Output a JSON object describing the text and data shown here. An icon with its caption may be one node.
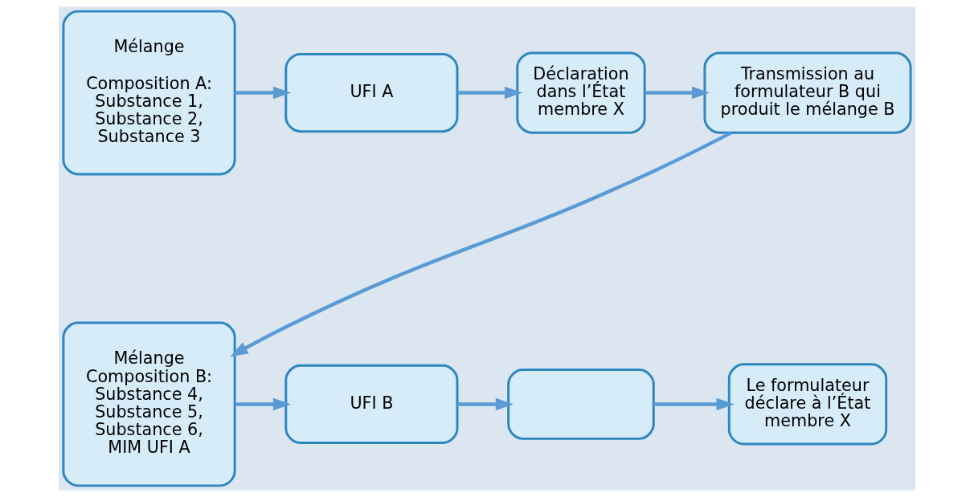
{
  "diagram": {
    "nodes": [
      {
        "text": [
          "Mélange",
          "Composition A: Substance 1, Substance 2, Substance 3"
        ]
      },
      {
        "text": [
          "UFI A"
        ]
      },
      {
        "text": [
          "Déclaration dans l’État membre X"
        ]
      },
      {
        "text": [
          "Transmission au formulateur B qui produit le mélange B"
        ]
      },
      {
        "text": [
          "Mélange",
          "Composition B: Substance 4, Substance 5, Substance 6, MIM UFI A"
        ]
      },
      {
        "text": [
          "UFI B"
        ]
      },
      {
        "text": [],
        "shape": "box"
      },
      {
        "text": [
          "Le formulateur déclare à l’État membre X"
        ]
      }
    ],
    "edges": [
      {
        "from": 0,
        "to": 1,
        "arrow": "to"
      },
      {
        "from": 1,
        "to": 2,
        "arrow": "to"
      },
      {
        "from": 2,
        "to": 3,
        "arrow": "to"
      },
      {
        "from": 3,
        "to": 4,
        "arrow": "to"
      },
      {
        "from": 4,
        "to": 5,
        "arrow": "to"
      },
      {
        "from": 5,
        "to": 6,
        "arrow": "to"
      },
      {
        "from": 6,
        "to": 7,
        "arrow": "to"
      }
    ]
  }
}
